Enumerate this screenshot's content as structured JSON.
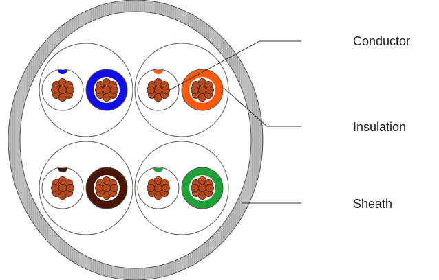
{
  "labels": {
    "conductor": "Conductor",
    "insulation": "Insulation",
    "sheath": "Sheath"
  },
  "colors": {
    "sheath_ring": "#a6a6a6",
    "sheath_ring_edge": "#555555",
    "conductor_strand": "#b34a1e",
    "strand_edge": "#5a1f08",
    "pair_outline": "#555555",
    "leader_line": "#333333",
    "pair_1_insulation": "#1010e6",
    "pair_2_insulation": "#ff5a0a",
    "pair_3_insulation": "#4a1606",
    "pair_4_insulation": "#1fa339",
    "white_insulation": "#ffffff"
  },
  "pairs": [
    {
      "name": "blue-pair",
      "color_key": "pair_1_insulation"
    },
    {
      "name": "orange-pair",
      "color_key": "pair_2_insulation"
    },
    {
      "name": "brown-pair",
      "color_key": "pair_3_insulation"
    },
    {
      "name": "green-pair",
      "color_key": "pair_4_insulation"
    }
  ]
}
